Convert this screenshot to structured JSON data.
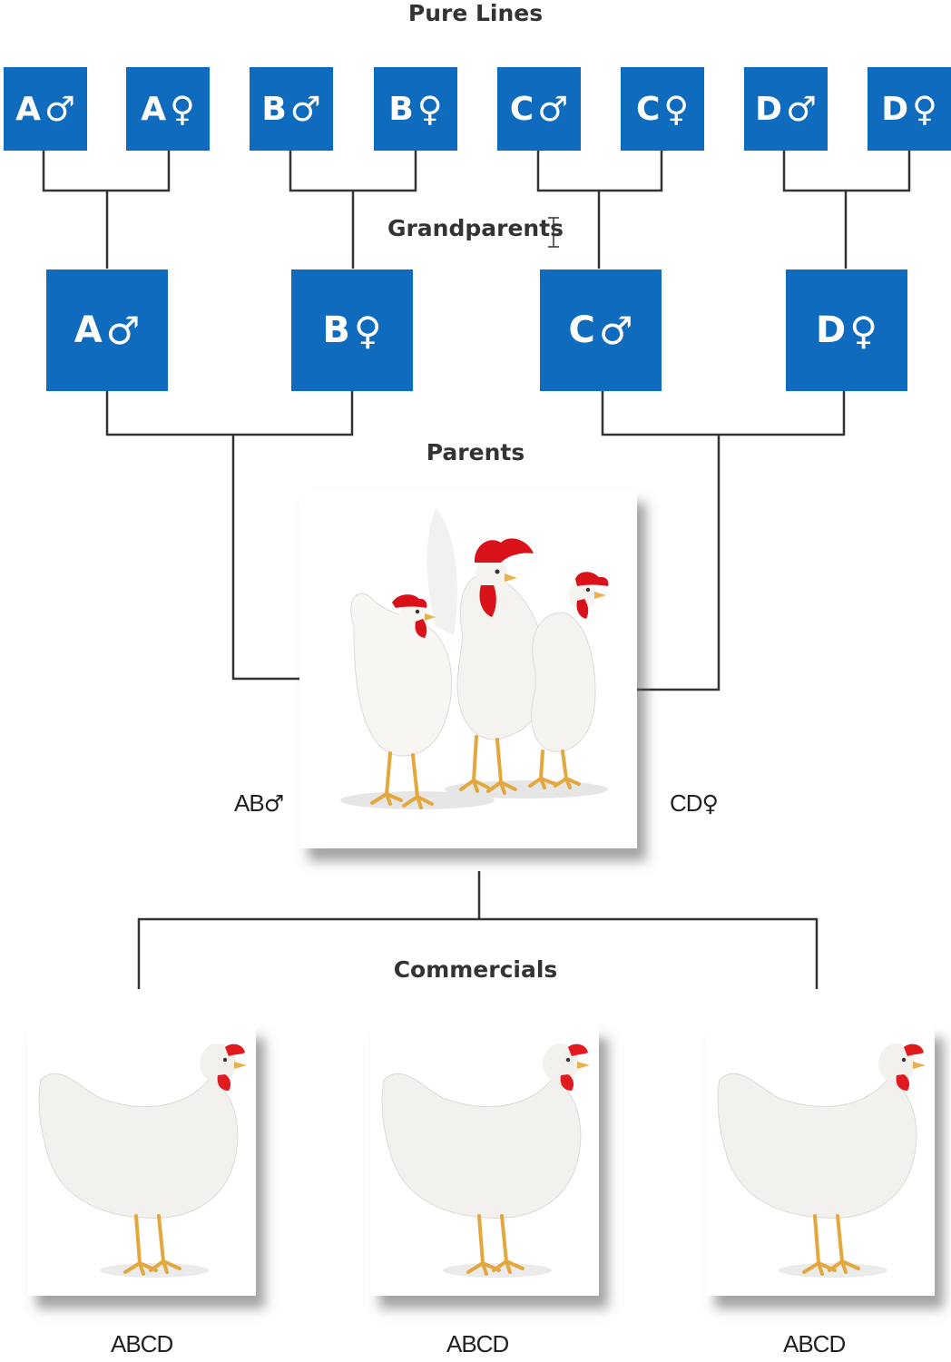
{
  "headings": {
    "pure_lines": "Pure Lines",
    "grandparents": "Grandparents",
    "parents": "Parents",
    "commercials": "Commercials"
  },
  "pure_lines": [
    {
      "letter": "A",
      "sex": "♂"
    },
    {
      "letter": "A",
      "sex": "♀"
    },
    {
      "letter": "B",
      "sex": "♂"
    },
    {
      "letter": "B",
      "sex": "♀"
    },
    {
      "letter": "C",
      "sex": "♂"
    },
    {
      "letter": "C",
      "sex": "♀"
    },
    {
      "letter": "D",
      "sex": "♂"
    },
    {
      "letter": "D",
      "sex": "♀"
    }
  ],
  "grandparents": [
    {
      "letter": "A",
      "sex": "♂"
    },
    {
      "letter": "B",
      "sex": "♀"
    },
    {
      "letter": "C",
      "sex": "♂"
    },
    {
      "letter": "D",
      "sex": "♀"
    }
  ],
  "parents": {
    "male_label": {
      "text": "AB",
      "sex": "♂"
    },
    "female_label": {
      "text": "CD",
      "sex": "♀"
    }
  },
  "commercials": [
    {
      "label": "ABCD"
    },
    {
      "label": "ABCD"
    },
    {
      "label": "ABCD"
    }
  ],
  "colors": {
    "box": "#0f6bbd",
    "line": "#333333"
  }
}
